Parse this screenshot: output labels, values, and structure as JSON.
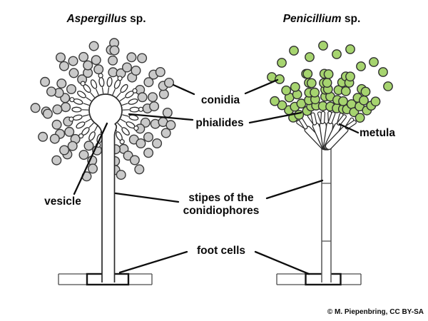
{
  "titles": {
    "left": {
      "genus": "Aspergillus",
      "suffix": " sp."
    },
    "right": {
      "genus": "Penicillium",
      "suffix": " sp."
    }
  },
  "labels": {
    "conidia": "conidia",
    "phialides": "phialides",
    "metula": "metula",
    "vesicle": "vesicle",
    "stipes_line1": "stipes of the",
    "stipes_line2": "conidiophores",
    "foot_cells": "foot cells"
  },
  "credit": "© M. Piepenbring, CC BY-SA",
  "colors": {
    "background": "#ffffff",
    "conidia_gray": "#cacaca",
    "conidia_green": "#a6d46f",
    "outline": "#2a2a2a",
    "structure_gray": "#4a4a4a",
    "leader": "#0d0d0d"
  }
}
